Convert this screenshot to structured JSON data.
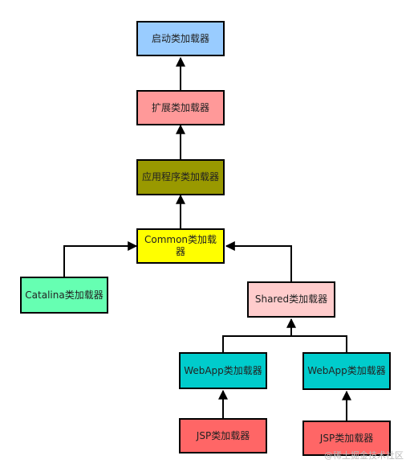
{
  "nodes": {
    "bootstrap": {
      "label": "启动类加载器",
      "color": "#99ccff"
    },
    "extension": {
      "label": "扩展类加载器",
      "color": "#ff9999"
    },
    "application": {
      "label": "应用程序类加载器",
      "color": "#999900"
    },
    "common": {
      "label": "Common类加载器",
      "color": "#ffff00"
    },
    "catalina": {
      "label": "Catalina类加载器",
      "color": "#66ffb2"
    },
    "shared": {
      "label": "Shared类加载器",
      "color": "#ffcccc"
    },
    "webapp_left": {
      "label": "WebApp类加载器",
      "color": "#00cccc"
    },
    "webapp_right": {
      "label": "WebApp类加载器",
      "color": "#00cccc"
    },
    "jsp_left": {
      "label": "JSP类加载器",
      "color": "#ff6666"
    },
    "jsp_right": {
      "label": "JSP类加载器",
      "color": "#ff6666"
    }
  },
  "edges": [
    {
      "from": "extension",
      "to": "bootstrap"
    },
    {
      "from": "application",
      "to": "extension"
    },
    {
      "from": "common",
      "to": "application"
    },
    {
      "from": "catalina",
      "to": "common"
    },
    {
      "from": "shared",
      "to": "common"
    },
    {
      "from": "webapp_left",
      "to": "shared"
    },
    {
      "from": "webapp_right",
      "to": "shared"
    },
    {
      "from": "jsp_left",
      "to": "webapp_left"
    },
    {
      "from": "jsp_right",
      "to": "webapp_right"
    }
  ],
  "watermark": "@稀土掘金技术社区"
}
